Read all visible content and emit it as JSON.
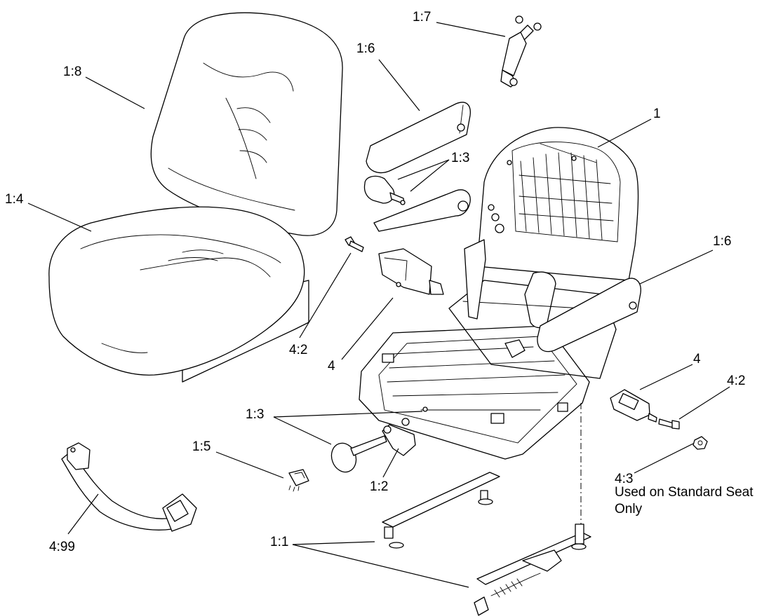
{
  "callouts": {
    "c1_7": "1:7",
    "c1_6_top": "1:6",
    "c1_8": "1:8",
    "c1": "1",
    "c1_3_top": "1:3",
    "c1_4": "1:4",
    "c1_6_right": "1:6",
    "c4_2_left": "4:2",
    "c4_left": "4",
    "c4_right": "4",
    "c4_2_right": "4:2",
    "c1_3_bottom": "1:3",
    "c1_5": "1:5",
    "c1_2": "1:2",
    "c4_3": "4:3",
    "c4_99": "4:99",
    "c1_1": "1:1"
  },
  "note": {
    "line1": "Used on Standard Seat",
    "line2": "Only"
  }
}
